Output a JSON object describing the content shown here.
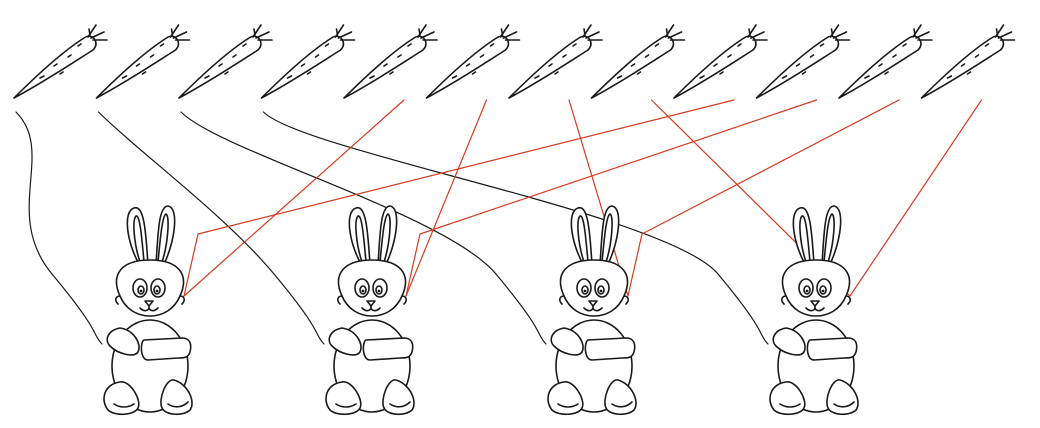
{
  "figure": {
    "carrot_count": 12,
    "bunny_count": 4
  },
  "colors": {
    "ink": "#1a1a1a",
    "link_black": "#1a1a1a",
    "link_red": "#d93a1f",
    "background": "#ffffff"
  },
  "icons": {
    "carrot": "carrot-icon",
    "bunny": "bunny-icon"
  },
  "connections": [
    {
      "carrot": 1,
      "bunny": 1,
      "color": "black"
    },
    {
      "carrot": 2,
      "bunny": 2,
      "color": "black"
    },
    {
      "carrot": 3,
      "bunny": 3,
      "color": "black"
    },
    {
      "carrot": 4,
      "bunny": 4,
      "color": "black"
    },
    {
      "carrot": 5,
      "bunny": 1,
      "color": "red"
    },
    {
      "carrot": 6,
      "bunny": 2,
      "color": "red"
    },
    {
      "carrot": 7,
      "bunny": 3,
      "color": "red"
    },
    {
      "carrot": 8,
      "bunny": 4,
      "color": "red"
    },
    {
      "carrot": 9,
      "bunny": 1,
      "color": "red"
    },
    {
      "carrot": 10,
      "bunny": 2,
      "color": "red"
    },
    {
      "carrot": 11,
      "bunny": 3,
      "color": "red"
    },
    {
      "carrot": 12,
      "bunny": 4,
      "color": "red"
    }
  ]
}
